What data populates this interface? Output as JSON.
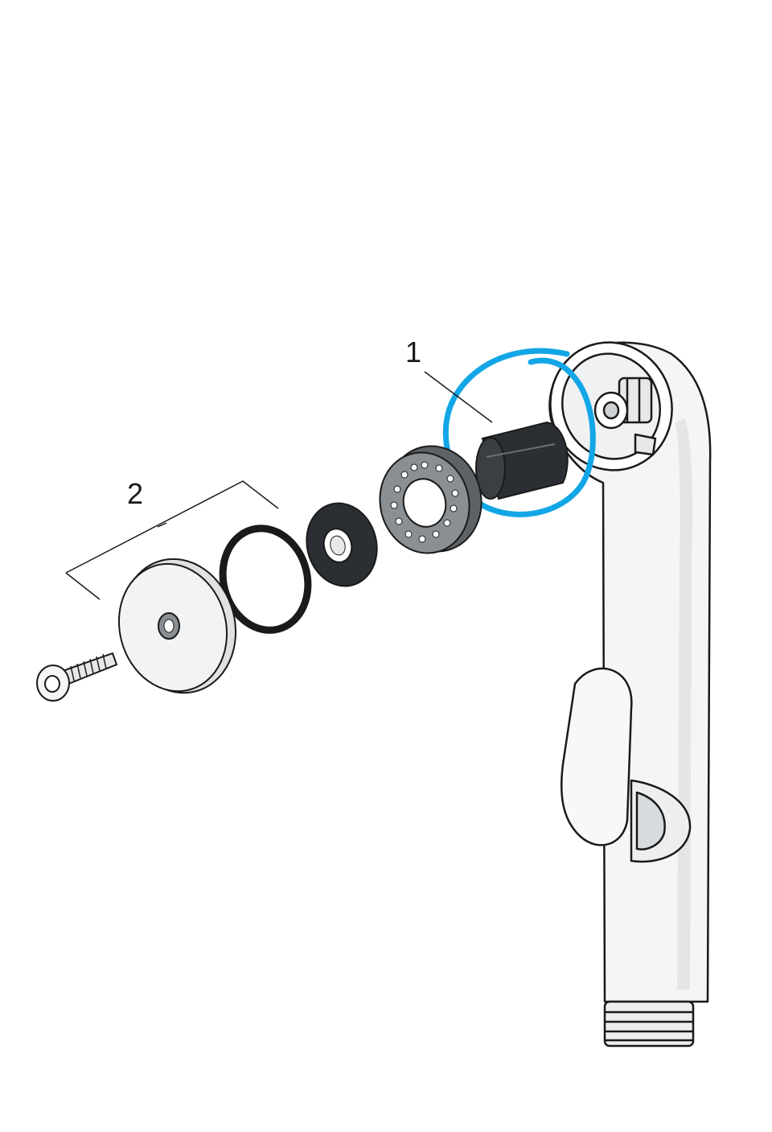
{
  "callouts": [
    {
      "id": "1",
      "label": "1"
    },
    {
      "id": "2",
      "label": "2"
    }
  ],
  "parts": [
    {
      "name": "screw-icon"
    },
    {
      "name": "spray-face-cap-icon"
    },
    {
      "name": "o-ring-icon"
    },
    {
      "name": "washer-icon"
    },
    {
      "name": "perforated-disc-icon"
    },
    {
      "name": "sleeve-insert-icon"
    },
    {
      "name": "pullout-spray-head-icon"
    }
  ],
  "colors": {
    "line": "#1a1a1a",
    "dark_part": "#2b2f33",
    "grey_part": "#7c8185",
    "light_part": "#f2f3f4",
    "highlight": "#12a6e6"
  }
}
